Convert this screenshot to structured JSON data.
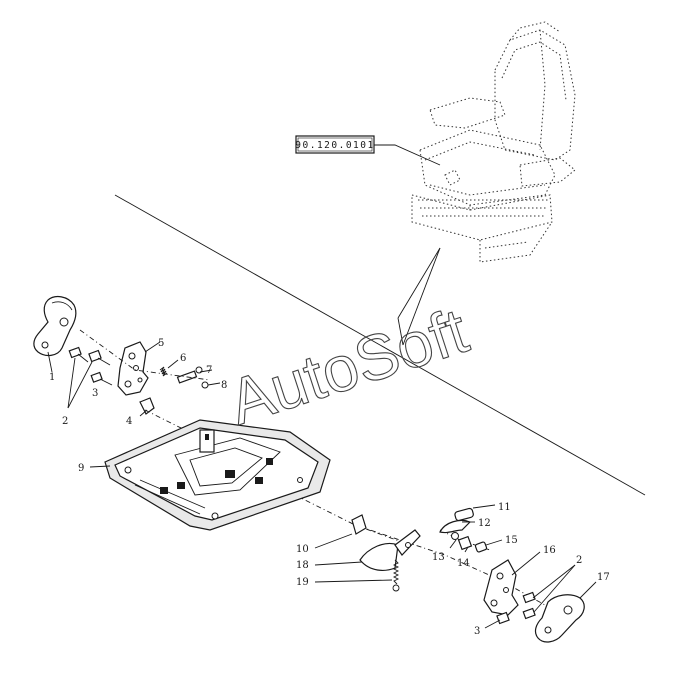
{
  "reference_box": {
    "label": "90.120.0101"
  },
  "watermark": {
    "text": "AutoSoft"
  },
  "callouts": [
    {
      "id": "1",
      "label": "1"
    },
    {
      "id": "2a",
      "label": "2"
    },
    {
      "id": "3a",
      "label": "3"
    },
    {
      "id": "4",
      "label": "4"
    },
    {
      "id": "5",
      "label": "5"
    },
    {
      "id": "6",
      "label": "6"
    },
    {
      "id": "7",
      "label": "7"
    },
    {
      "id": "8",
      "label": "8"
    },
    {
      "id": "9",
      "label": "9"
    },
    {
      "id": "10",
      "label": "10"
    },
    {
      "id": "11",
      "label": "11"
    },
    {
      "id": "12",
      "label": "12"
    },
    {
      "id": "13",
      "label": "13"
    },
    {
      "id": "14",
      "label": "14"
    },
    {
      "id": "15",
      "label": "15"
    },
    {
      "id": "16",
      "label": "16"
    },
    {
      "id": "2b",
      "label": "2"
    },
    {
      "id": "17",
      "label": "17"
    },
    {
      "id": "18",
      "label": "18"
    },
    {
      "id": "19",
      "label": "19"
    },
    {
      "id": "3b",
      "label": "3"
    }
  ]
}
